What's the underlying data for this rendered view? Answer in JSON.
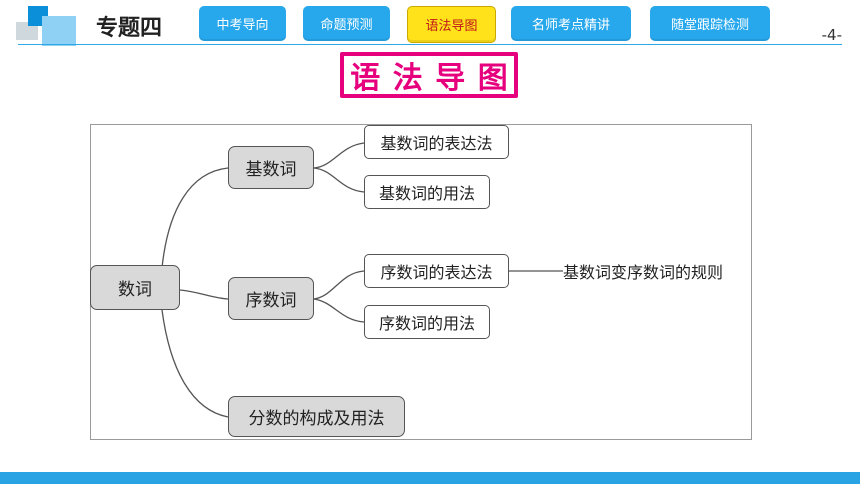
{
  "header": {
    "section_title": "专题四",
    "tabs": [
      {
        "label": "中考导向",
        "active": false
      },
      {
        "label": "命题预测",
        "active": false
      },
      {
        "label": "语法导图",
        "active": true
      },
      {
        "label": "名师考点精讲",
        "active": false
      },
      {
        "label": "随堂跟踪检测",
        "active": false
      }
    ],
    "page_number": "-4-"
  },
  "title_plate": {
    "chars": [
      "语",
      "法",
      "导",
      "图"
    ]
  },
  "diagram": {
    "root": "数词",
    "branches": [
      {
        "label": "基数词",
        "children": [
          "基数词的表达法",
          "基数词的用法"
        ]
      },
      {
        "label": "序数词",
        "children": [
          "序数词的表达法",
          "序数词的用法"
        ]
      },
      {
        "label": "分数的构成及用法",
        "children": []
      }
    ],
    "note": "基数词变序数词的规则"
  },
  "colors": {
    "accent": "#27a8ec",
    "active_tab_bg": "#ffe21a",
    "active_tab_text": "#c0141b",
    "title_plate": "#e6007e",
    "node_fill": "#d9d9d9"
  }
}
